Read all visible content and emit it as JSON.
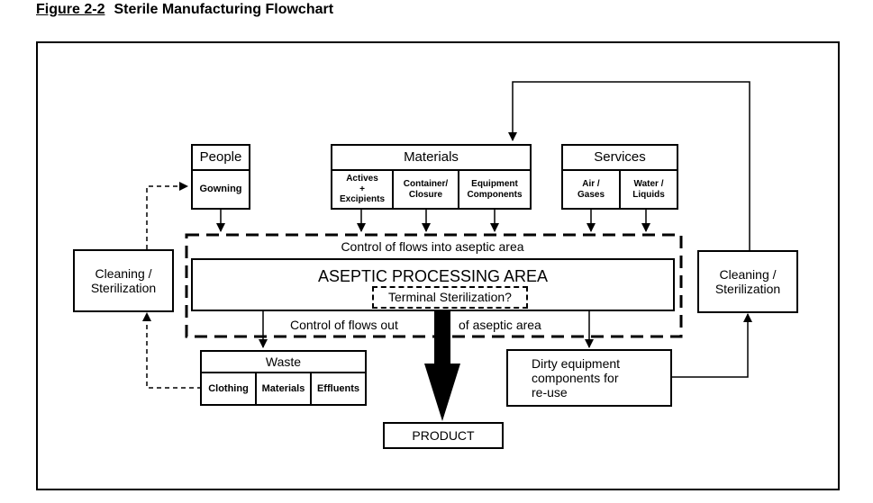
{
  "caption": {
    "number": "Figure 2-2",
    "title": "Sterile Manufacturing Flowchart"
  },
  "people": {
    "title": "People",
    "item": "Gowning"
  },
  "materials": {
    "title": "Materials",
    "items": [
      "Actives\n+\nExcipients",
      "Container/\nClosure",
      "Equipment\nComponents"
    ]
  },
  "services": {
    "title": "Services",
    "items": [
      "Air /\nGases",
      "Water /\nLiquids"
    ]
  },
  "cleaning_left": "Cleaning /\nSterilization",
  "cleaning_right": "Cleaning /\nSterilization",
  "control_in": "Control of flows into aseptic area",
  "aseptic_area": "ASEPTIC PROCESSING AREA",
  "terminal": "Terminal Sterilization?",
  "control_out_left": "Control of flows out",
  "control_out_right": "of aseptic area",
  "waste": {
    "title": "Waste",
    "items": [
      "Clothing",
      "Materials",
      "Effluents"
    ]
  },
  "dirty_equipment": "Dirty equipment\ncomponents for\nre-use",
  "product": "PRODUCT"
}
